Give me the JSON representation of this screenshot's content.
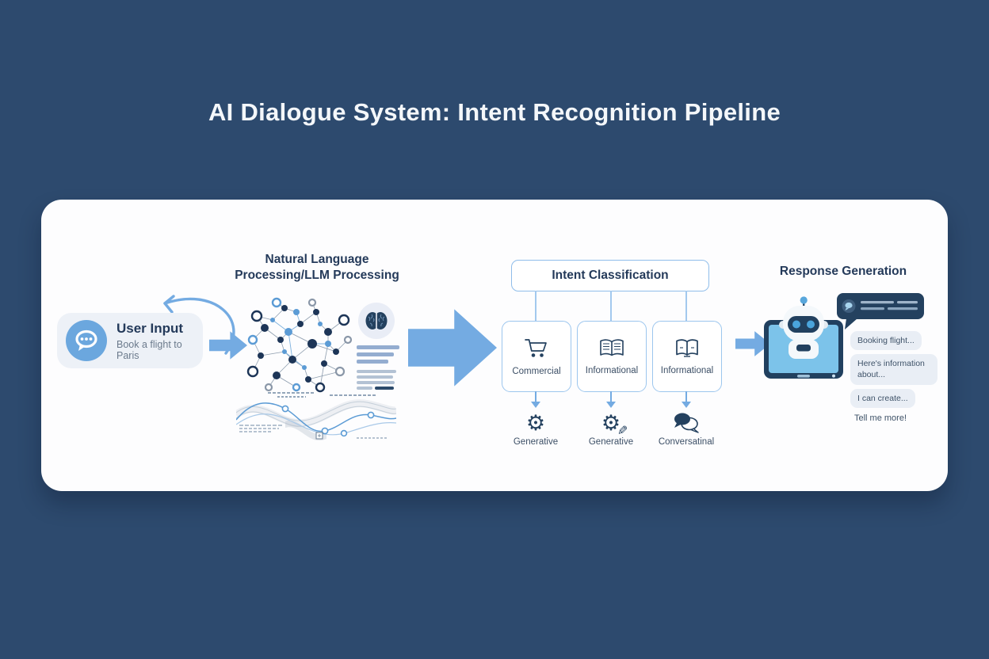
{
  "title": "AI Dialogue System: Intent Recognition Pipeline",
  "user_input": {
    "label": "User Input",
    "example": "Book a flight to Paris"
  },
  "nlp": {
    "title_line1": "Natural Language",
    "title_line2": "Processing/LLM Processing"
  },
  "intent_classification": {
    "header": "Intent Classification",
    "categories": [
      {
        "label": "Commercial",
        "icon": "shopping-cart-icon",
        "response_type": "Generative",
        "response_icon": "gear-icon"
      },
      {
        "label": "Informational",
        "icon": "open-book-icon",
        "response_type": "Generative",
        "response_icon": "gear-pencil-icon"
      },
      {
        "label": "Informational",
        "icon": "book-icon",
        "response_type": "Conversatinal",
        "response_icon": "chat-bubbles-icon"
      }
    ]
  },
  "response_generation": {
    "header": "Response Generation",
    "messages": [
      "Booking flight...",
      "Here's information about...",
      "I can create...",
      "Tell me more!"
    ]
  },
  "glyphs": {
    "gear": "⚙",
    "pencil": "✎"
  },
  "colors": {
    "background": "#2d4a6e",
    "card": "#fdfdfe",
    "accent_blue": "#74abe2",
    "navy": "#24415f",
    "border_blue": "#9cc6ee",
    "bubble_bg": "#e9eef5"
  }
}
